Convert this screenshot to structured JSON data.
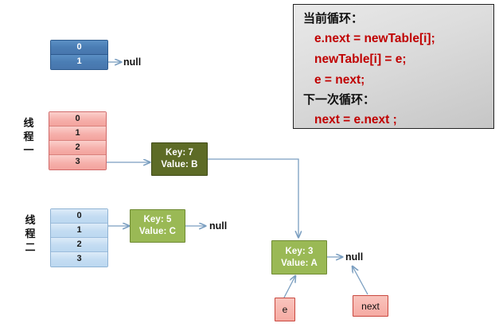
{
  "diagram": {
    "title_hidden": "",
    "tables": [
      {
        "id": "table-top-blue",
        "variant": "blue-dark",
        "cells": [
          "0",
          "1"
        ],
        "thread_label": "",
        "tail_label": "null"
      },
      {
        "id": "table-thread-one",
        "variant": "red",
        "cells": [
          "0",
          "1",
          "2",
          "3"
        ],
        "thread_label": [
          "线",
          "程",
          "一"
        ],
        "tail_label": ""
      },
      {
        "id": "table-thread-two",
        "variant": "blue-light",
        "cells": [
          "0",
          "1",
          "2",
          "3"
        ],
        "thread_label": [
          "线",
          "程",
          "二"
        ],
        "tail_label": ""
      }
    ],
    "nodes": [
      {
        "id": "node-key7",
        "key_line": "Key: 7",
        "value_line": "Value: B",
        "color": "#5d6b26"
      },
      {
        "id": "node-key5",
        "key_line": "Key: 5",
        "value_line": "Value: C",
        "color": "#9ab955"
      },
      {
        "id": "node-key3",
        "key_line": "Key: 3",
        "value_line": "Value: A",
        "color": "#9ab955"
      }
    ],
    "pointers": [
      {
        "id": "pointer-e",
        "label": "e"
      },
      {
        "id": "pointer-next",
        "label": "next"
      }
    ],
    "null_labels": [
      {
        "id": "null-top",
        "label": "null"
      },
      {
        "id": "null-key5",
        "label": "null"
      },
      {
        "id": "null-key3",
        "label": "null"
      }
    ],
    "arrow_color": "#7a9ec0"
  },
  "callout": {
    "current_loop_heading": "当前循环：",
    "current_loop_lines": [
      "e.next = newTable[i];",
      "newTable[i] = e;",
      "e = next;"
    ],
    "next_loop_heading": "下一次循环：",
    "next_loop_lines": [
      "next = e.next ;"
    ],
    "code_color": "#c00000"
  }
}
